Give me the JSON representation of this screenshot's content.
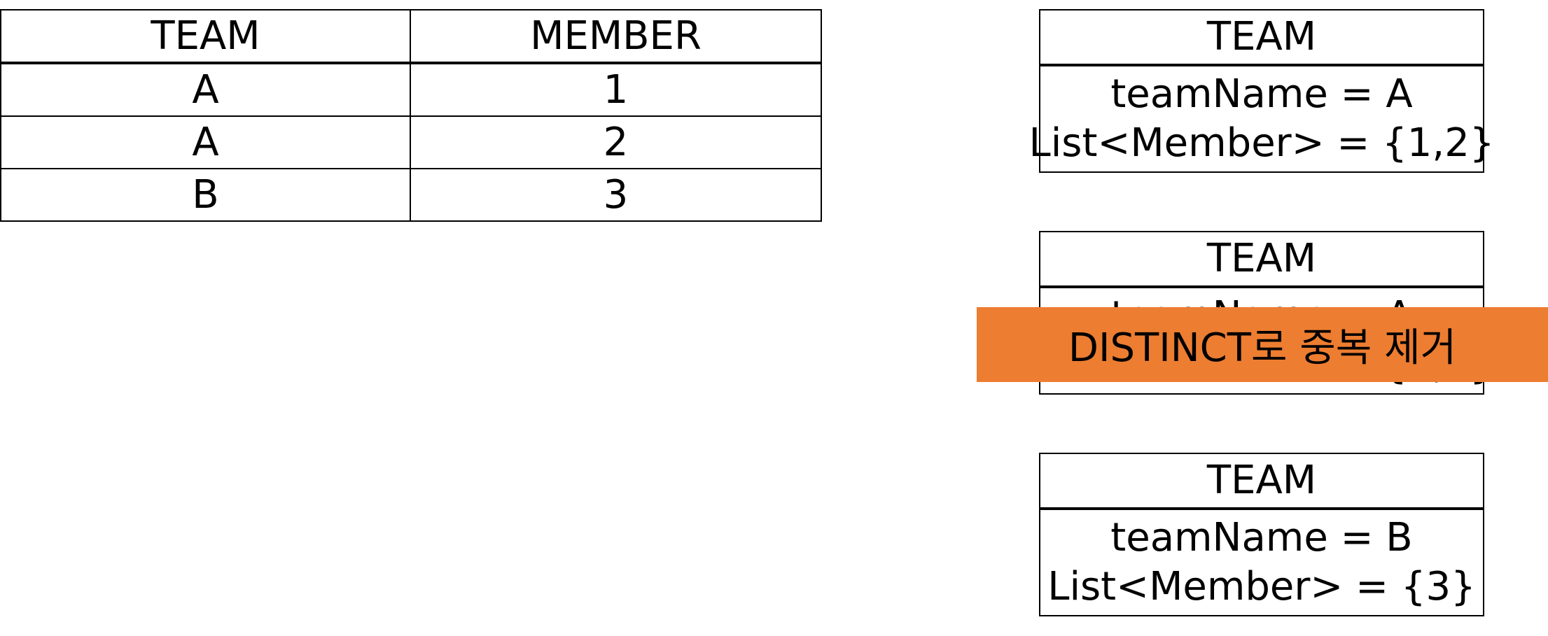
{
  "table": {
    "headers": [
      "TEAM",
      "MEMBER"
    ],
    "rows": [
      [
        "A",
        "1"
      ],
      [
        "A",
        "2"
      ],
      [
        "B",
        "3"
      ]
    ]
  },
  "entities": [
    {
      "title": "TEAM",
      "lines": [
        "teamName = A",
        "List<Member> = {1,2}"
      ]
    },
    {
      "title": "TEAM",
      "lines": [
        "teamName = A",
        "List<Member> = {1,2}"
      ]
    },
    {
      "title": "TEAM",
      "lines": [
        "teamName = B",
        "List<Member> = {3}"
      ]
    }
  ],
  "banner": {
    "text": "DISTINCT로 중복 제거",
    "color": "#ED7D31"
  }
}
